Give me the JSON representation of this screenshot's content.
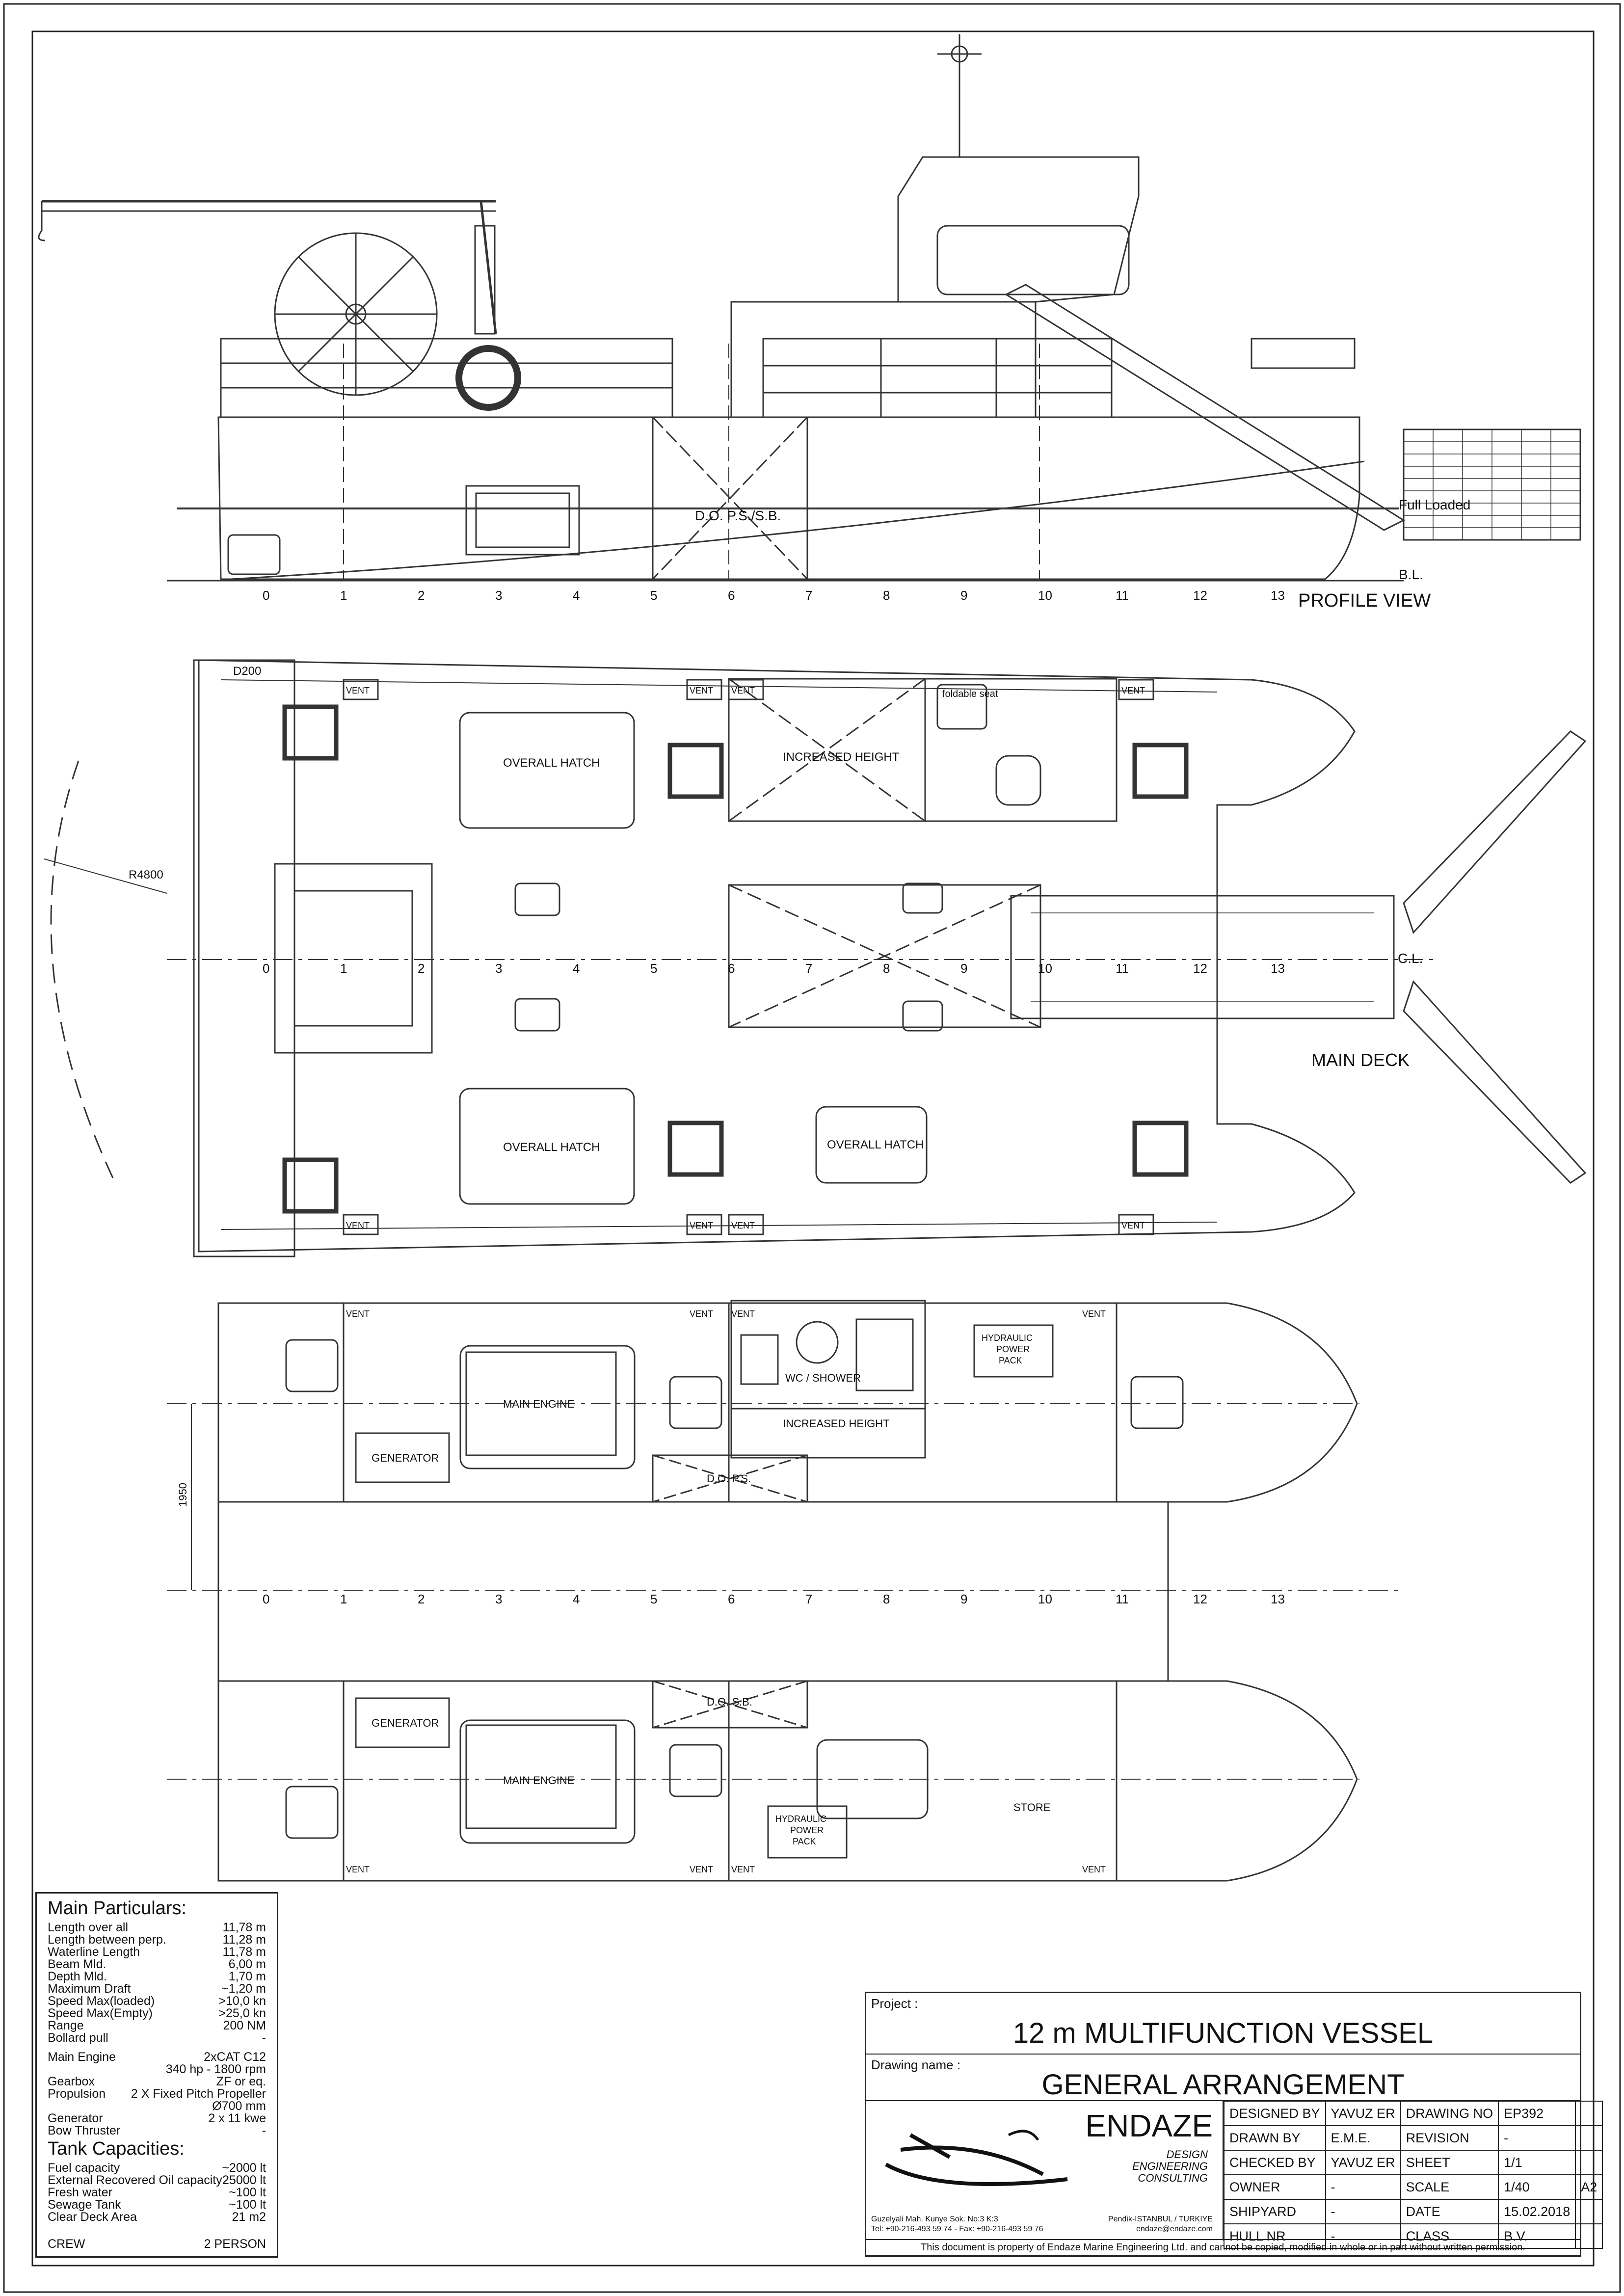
{
  "profile": {
    "title": "PROFILE VIEW",
    "frame_numbers": [
      "0",
      "1",
      "2",
      "3",
      "4",
      "5",
      "6",
      "7",
      "8",
      "9",
      "10",
      "11",
      "12",
      "13"
    ],
    "labels": {
      "do_ps_sb": "D.O. P.S./S.B.",
      "full_loaded": "Full Loaded",
      "bl": "B.L."
    }
  },
  "main_deck": {
    "title": "MAIN DECK",
    "frame_numbers": [
      "0",
      "1",
      "2",
      "3",
      "4",
      "5",
      "6",
      "7",
      "8",
      "9",
      "10",
      "11",
      "12",
      "13"
    ],
    "labels": {
      "overall_hatch": "OVERALL HATCH",
      "increased_height": "INCREASED HEIGHT",
      "foldable_seat": "foldable seat",
      "radius": "R4800",
      "d200": "D200",
      "cl": "C.L.",
      "vent": "VENT"
    }
  },
  "lower_deck": {
    "frame_numbers": [
      "0",
      "1",
      "2",
      "3",
      "4",
      "5",
      "6",
      "7",
      "8",
      "9",
      "10",
      "11",
      "12",
      "13"
    ],
    "labels": {
      "main_engine": "MAIN ENGINE",
      "generator": "GENERATOR",
      "wc_shower": "WC / SHOWER",
      "increased_height": "INCREASED HEIGHT",
      "hydraulic_power_pack": [
        "HYDRAULIC",
        "POWER",
        "PACK"
      ],
      "do_ps": "D.O. P.S.",
      "do_sb": "D.O. S.B.",
      "store": "STORE",
      "dim_1950": "1950",
      "vent": "VENT"
    }
  },
  "particulars": {
    "title": "Main Particulars:",
    "rows": [
      {
        "k": "Length over all",
        "v": "11,78 m"
      },
      {
        "k": "Length between perp.",
        "v": "11,28 m"
      },
      {
        "k": "Waterline Length",
        "v": "11,78 m"
      },
      {
        "k": "Beam Mld.",
        "v": "6,00 m"
      },
      {
        "k": "Depth Mld.",
        "v": "1,70 m"
      },
      {
        "k": "Maximum Draft",
        "v": "~1,20 m"
      },
      {
        "k": "Speed Max(loaded)",
        "v": ">10,0 kn"
      },
      {
        "k": "Speed Max(Empty)",
        "v": ">25,0 kn"
      },
      {
        "k": "Range",
        "v": "200 NM"
      },
      {
        "k": "Bollard pull",
        "v": "-"
      }
    ],
    "rows2": [
      {
        "k": "Main Engine",
        "v": "2xCAT C12"
      },
      {
        "k": "",
        "v": "340 hp - 1800 rpm"
      },
      {
        "k": "Gearbox",
        "v": "ZF or eq."
      },
      {
        "k": "Propulsion",
        "v": "2 X Fixed Pitch Propeller"
      },
      {
        "k": "",
        "v": "Ø700 mm"
      },
      {
        "k": "Generator",
        "v": "2 x 11 kwe"
      },
      {
        "k": "Bow Thruster",
        "v": "-"
      }
    ],
    "tank_title": "Tank Capacities:",
    "tanks": [
      {
        "k": "Fuel capacity",
        "v": "~2000 lt"
      },
      {
        "k": "External Recovered Oil capacity",
        "v": "25000 lt"
      },
      {
        "k": "Fresh water",
        "v": "~100 lt"
      },
      {
        "k": "Sewage Tank",
        "v": "~100 lt"
      },
      {
        "k": "Clear Deck Area",
        "v": "21 m2"
      }
    ],
    "crew_label": "CREW",
    "crew_value": "2 PERSON"
  },
  "title_block": {
    "project_label": "Project :",
    "project": "12 m MULTIFUNCTION VESSEL",
    "drawing_name_label": "Drawing name :",
    "drawing_name": "GENERAL ARRANGEMENT",
    "company": "ENDAZE",
    "tagline": [
      "DESIGN",
      "ENGINEERING",
      "CONSULTING"
    ],
    "address": "Guzelyali Mah. Kunye Sok. No:3 K:3",
    "phone": "Tel: +90-216-493 59 74 - Fax: +90-216-493 59 76",
    "city": "Pendik-ISTANBUL / TURKIYE",
    "email": "endaze@endaze.com",
    "meta": [
      [
        "DESIGNED BY",
        "YAVUZ ER",
        "DRAWING NO",
        "EP392"
      ],
      [
        "DRAWN BY",
        "E.M.E.",
        "REVISION",
        "-"
      ],
      [
        "CHECKED BY",
        "YAVUZ ER",
        "SHEET",
        "1/1"
      ],
      [
        "OWNER",
        "-",
        "SCALE",
        "1/40"
      ],
      [
        "SHIPYARD",
        "-",
        "DATE",
        "15.02.2018"
      ],
      [
        "HULL NR",
        "-",
        "CLASS",
        "B.V."
      ]
    ],
    "paper_size": "A2",
    "disclaimer": "This document is property of  Endaze Marine Engineering Ltd. and cannot be copied, modified in whole or in part without written permission."
  }
}
